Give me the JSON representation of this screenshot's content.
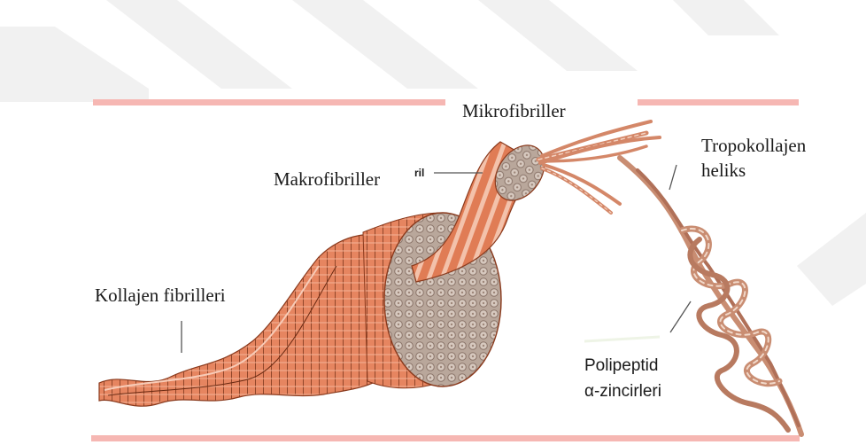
{
  "diagram": {
    "labels": {
      "kollajen_fibrilleri": "Kollajen fibrilleri",
      "makrofibriller": "Makrofibriller",
      "ril_fragment": "ril",
      "mikrofibriller": "Mikrofibriller",
      "tropokollajen_line1": "Tropokollajen",
      "tropokollajen_line2": "heliks",
      "polipeptid_line1": "Polipeptid",
      "polipeptid_line2": "α-zincirleri"
    },
    "colors": {
      "fiber": "#e07c55",
      "fiber_dark": "#b5451f",
      "bundle_ends": "#c7b5a8",
      "helix": "#c98d72",
      "watermark": "#f1f1f1",
      "rule": "#f6b7b3"
    }
  }
}
